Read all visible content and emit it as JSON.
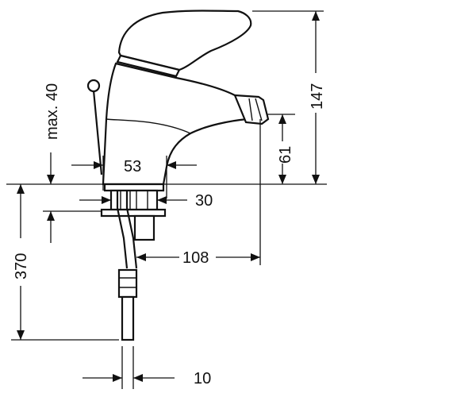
{
  "dimensions": {
    "max_40": "max. 40",
    "d53": "53",
    "d30": "30",
    "d108": "108",
    "d370": "370",
    "d10": "10",
    "d61": "61",
    "d147": "147"
  }
}
